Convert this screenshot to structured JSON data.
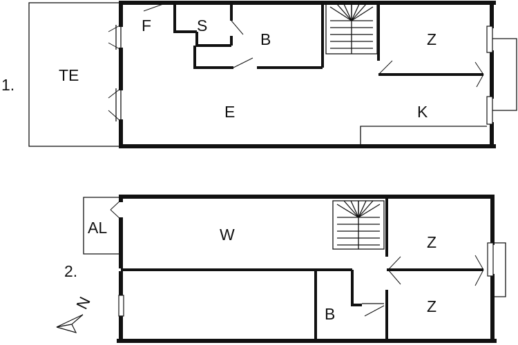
{
  "floor_1": {
    "number": "1.",
    "rooms": {
      "terrace": "TE",
      "f": "F",
      "s": "S",
      "bath": "B",
      "bedroom": "Z",
      "living": "E",
      "kitchen": "K"
    }
  },
  "floor_2": {
    "number": "2.",
    "rooms": {
      "al": "AL",
      "living": "W",
      "bedroom_top": "Z",
      "bedroom_bottom": "Z",
      "bath": "B"
    }
  },
  "compass": {
    "label": "N"
  }
}
